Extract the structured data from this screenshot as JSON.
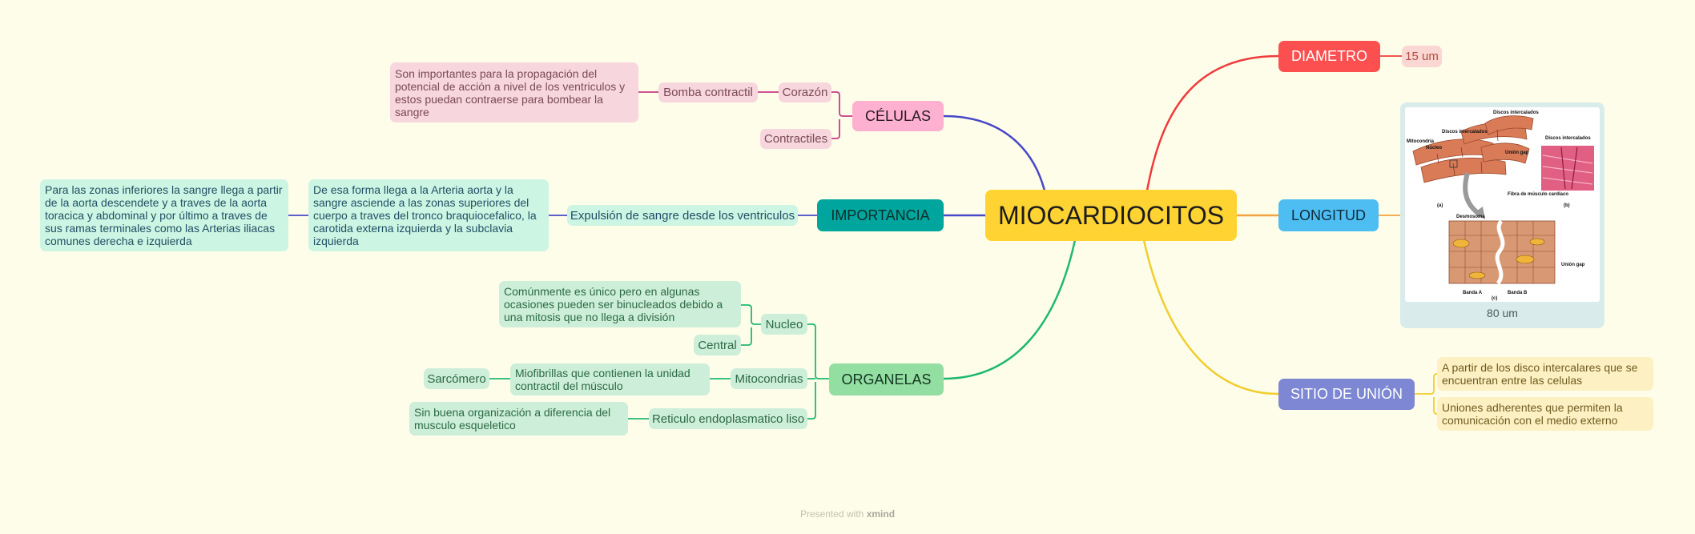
{
  "root": "MIOCARDIOCITOS",
  "celulas": {
    "label": "CÉLULAS",
    "corazon": "Corazón",
    "bomba": "Bomba contractil",
    "bomba_desc": "Son importantes para la propagación del potencial de acción a nivel de los ventriculos y estos puedan contraerse para bombear la sangre",
    "contractiles": "Contractiles"
  },
  "importancia": {
    "label": "IMPORTANCIA",
    "expulsion": "Expulsión de sangre desde los ventriculos",
    "desc1": "De esa forma llega a la Arteria aorta y la sangre asciende a las zonas superiores del cuerpo a traves del tronco braquiocefalico, la carotida externa izquierda y la subclavia izquierda",
    "desc2": "Para las zonas inferiores la sangre llega a partir de la aorta descendete y a traves de la aorta toracica y abdominal y por último a traves de sus ramas terminales como las Arterias iliacas comunes derecha e izquierda"
  },
  "organelas": {
    "label": "ORGANELAS",
    "nucleo": "Nucleo",
    "nucleo_desc": "Comúnmente es único pero en algunas ocasiones pueden ser binucleados debido a una mitosis que no llega a división",
    "central": "Central",
    "mitocondrias": "Mitocondrias",
    "miofibrillas": "Miofibrillas que contienen la unidad contractil del músculo",
    "sarcomero": "Sarcómero",
    "reticulo": "Reticulo endoplasmatico liso",
    "reticulo_desc": "Sin buena organización a diferencia del musculo esqueletico"
  },
  "diametro": {
    "label": "DIAMETRO",
    "value": "15 um"
  },
  "longitud": {
    "label": "LONGITUD",
    "image_caption": "80 um",
    "image_labels": {
      "discos_top": "Discos intercalados",
      "discos_mid": "Discos intercalados",
      "discos_right": "Discos intercalados",
      "mitocondria": "Mitocondria",
      "nucleo": "Núcleo",
      "union_gap": "Unión gap",
      "fibra": "Fibra de músculo cardíaco",
      "a": "(a)",
      "b": "(b)",
      "desmosoma": "Desmosoma",
      "union_gap2": "Unión gap",
      "banda_a": "Banda A",
      "banda_b": "Banda B",
      "c": "(c)"
    }
  },
  "sitio": {
    "label": "SITIO DE UNIÓN",
    "item1": "A partir de los disco intercalares que se encuentran entre las celulas",
    "item2": "Uniones adherentes que permiten la comunicación con el medio externo"
  },
  "footer": {
    "prefix": "Presented with",
    "brand": "xmind"
  },
  "colors": {
    "root": "#fed332",
    "celulas": "#fdb0d0",
    "importancia": "#00a59d",
    "organelas": "#93dfa2",
    "diametro": "#fc5050",
    "longitud": "#4ebef2",
    "sitio": "#7d87d3",
    "branch_blue": "#4848c8",
    "branch_pink": "#c73a84",
    "branch_green": "#1fb872",
    "branch_red": "#ef3b3b",
    "branch_orange": "#f3a33f",
    "branch_yellow": "#f1cd2f"
  }
}
